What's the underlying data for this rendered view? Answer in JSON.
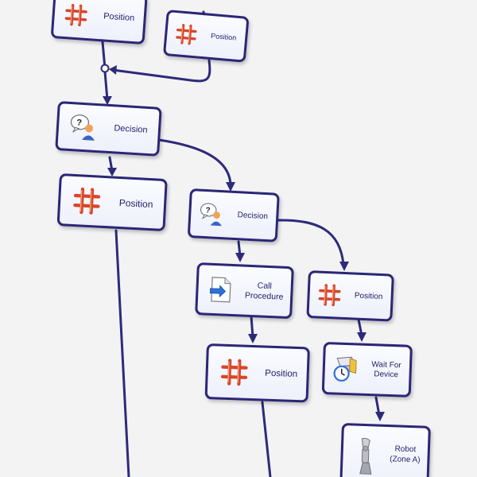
{
  "workflow": {
    "nodes": {
      "pos_top_left": {
        "label_lines": [
          "Position"
        ],
        "icon": "grid-icon"
      },
      "pos_top_right": {
        "label_lines": [
          "Position"
        ],
        "icon": "grid-icon"
      },
      "decision_1": {
        "label_lines": [
          "Decision"
        ],
        "icon": "decision-icon"
      },
      "pos_left": {
        "label_lines": [
          "Position"
        ],
        "icon": "grid-icon"
      },
      "decision_2": {
        "label_lines": [
          "Decision"
        ],
        "icon": "decision-icon"
      },
      "call_procedure": {
        "label_lines": [
          "Call",
          "Procedure"
        ],
        "icon": "procedure-document-icon"
      },
      "pos_mid_right": {
        "label_lines": [
          "Position"
        ],
        "icon": "grid-icon"
      },
      "pos_lower_mid": {
        "label_lines": [
          "Position"
        ],
        "icon": "grid-icon"
      },
      "wait_for_device": {
        "label_lines": [
          "Wait For",
          "Device"
        ],
        "icon": "clock-device-icon"
      },
      "robot_zone_a": {
        "label_lines": [
          "Robot",
          "(Zone A)"
        ],
        "icon": "robot-arm-icon"
      }
    }
  },
  "colors": {
    "connector": "#2e2a7a",
    "node_border": "#2b2676",
    "label_text": "#23206b",
    "grid_icon_red": "#d8452a"
  }
}
